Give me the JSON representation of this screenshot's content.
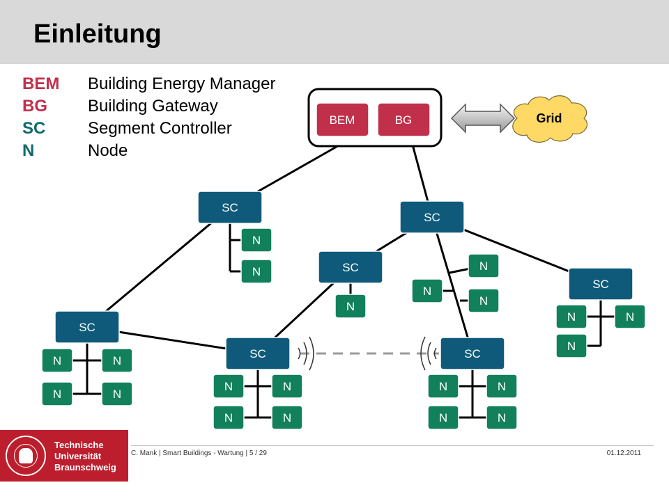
{
  "slide": {
    "title": "Einleitung"
  },
  "legend": [
    {
      "abbr": "BEM",
      "text": "Building Energy Manager",
      "color": "#c1304b"
    },
    {
      "abbr": "BG",
      "text": "Building Gateway",
      "color": "#c1304b"
    },
    {
      "abbr": "SC",
      "text": "Segment Controller",
      "color": "#0f6b6a"
    },
    {
      "abbr": "N",
      "text": "Node",
      "color": "#0f6b6a"
    }
  ],
  "diagram": {
    "bem_label": "BEM",
    "bg_label": "BG",
    "grid_label": "Grid",
    "sc_label": "SC",
    "node_label": "N",
    "colors": {
      "sc": "#0f5a7a",
      "node": "#12805a",
      "bem_bg": "#c1304b",
      "grid": "#ffd966"
    }
  },
  "footer": {
    "text": "C. Mank | Smart Buildings - Wartung | 5 / 29",
    "date": "01.12.2011"
  },
  "logo": {
    "line1": "Technische",
    "line2": "Universität",
    "line3": "Braunschweig"
  }
}
